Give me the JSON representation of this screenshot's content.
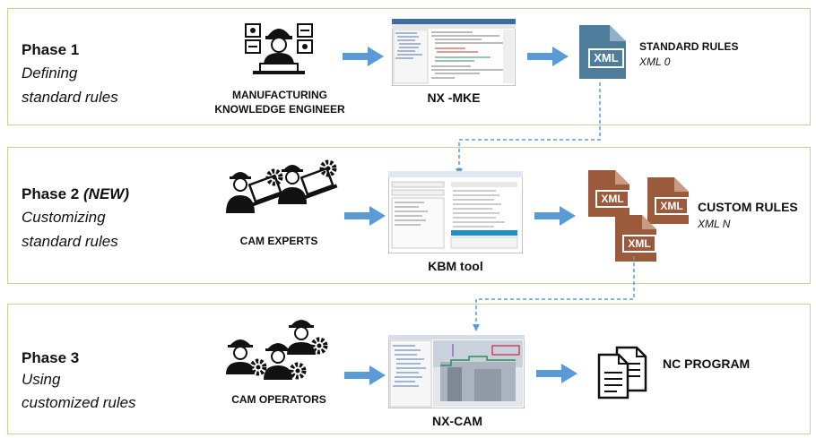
{
  "phase1": {
    "title": "Phase 1",
    "sub1": "Defining",
    "sub2": "standard rules",
    "actor_line1": "MANUFACTURING",
    "actor_line2": "KNOWLEDGE ENGINEER",
    "tool": "NX -MKE",
    "output_title": "STANDARD RULES",
    "output_sub": "XML 0",
    "xml_badge": "XML"
  },
  "phase2": {
    "title": "Phase 2",
    "title_tag": "(NEW)",
    "sub1": "Customizing",
    "sub2": "standard rules",
    "actor": "CAM EXPERTS",
    "tool": "KBM tool",
    "output_title": "CUSTOM RULES",
    "output_sub": "XML N",
    "xml_badge": "XML"
  },
  "phase3": {
    "title": "Phase 3",
    "sub1": "Using",
    "sub2": "customized rules",
    "actor": "CAM OPERATORS",
    "tool": "NX-CAM",
    "output_title": "NC PROGRAM"
  },
  "colors": {
    "box_border": "#b8d98f",
    "arrow": "#5b9bd5",
    "xml_blue": "#4e7d9c",
    "xml_brown": "#9b5a3c"
  }
}
